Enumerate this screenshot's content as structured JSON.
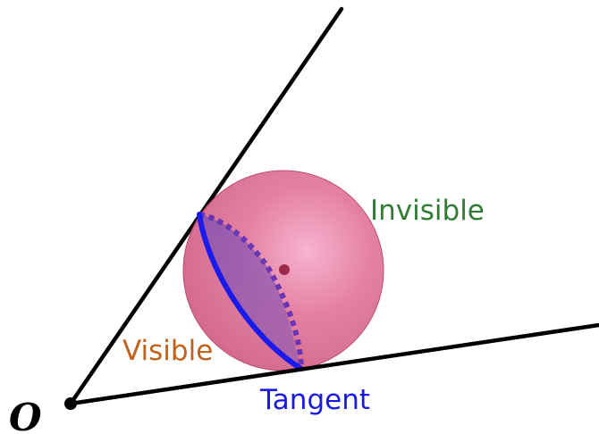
{
  "labels": {
    "origin": "O",
    "invisible": "Invisible",
    "visible": "Visible",
    "tangent": "Tangent"
  },
  "colors": {
    "rays": "#000000",
    "sphere_fill": "#dc6e91",
    "sphere_highlight": "#f4a3c3",
    "sphere_edge": "#b8456c",
    "tangent_circle": "#1a1aeb",
    "hidden_arc": "#6a34b2",
    "visible_cap": "#8e4fad",
    "center_dot": "#9b2a4c",
    "invisible_label": "#2e7d32",
    "visible_label": "#c0621c",
    "tangent_label": "#1a1ae6"
  }
}
